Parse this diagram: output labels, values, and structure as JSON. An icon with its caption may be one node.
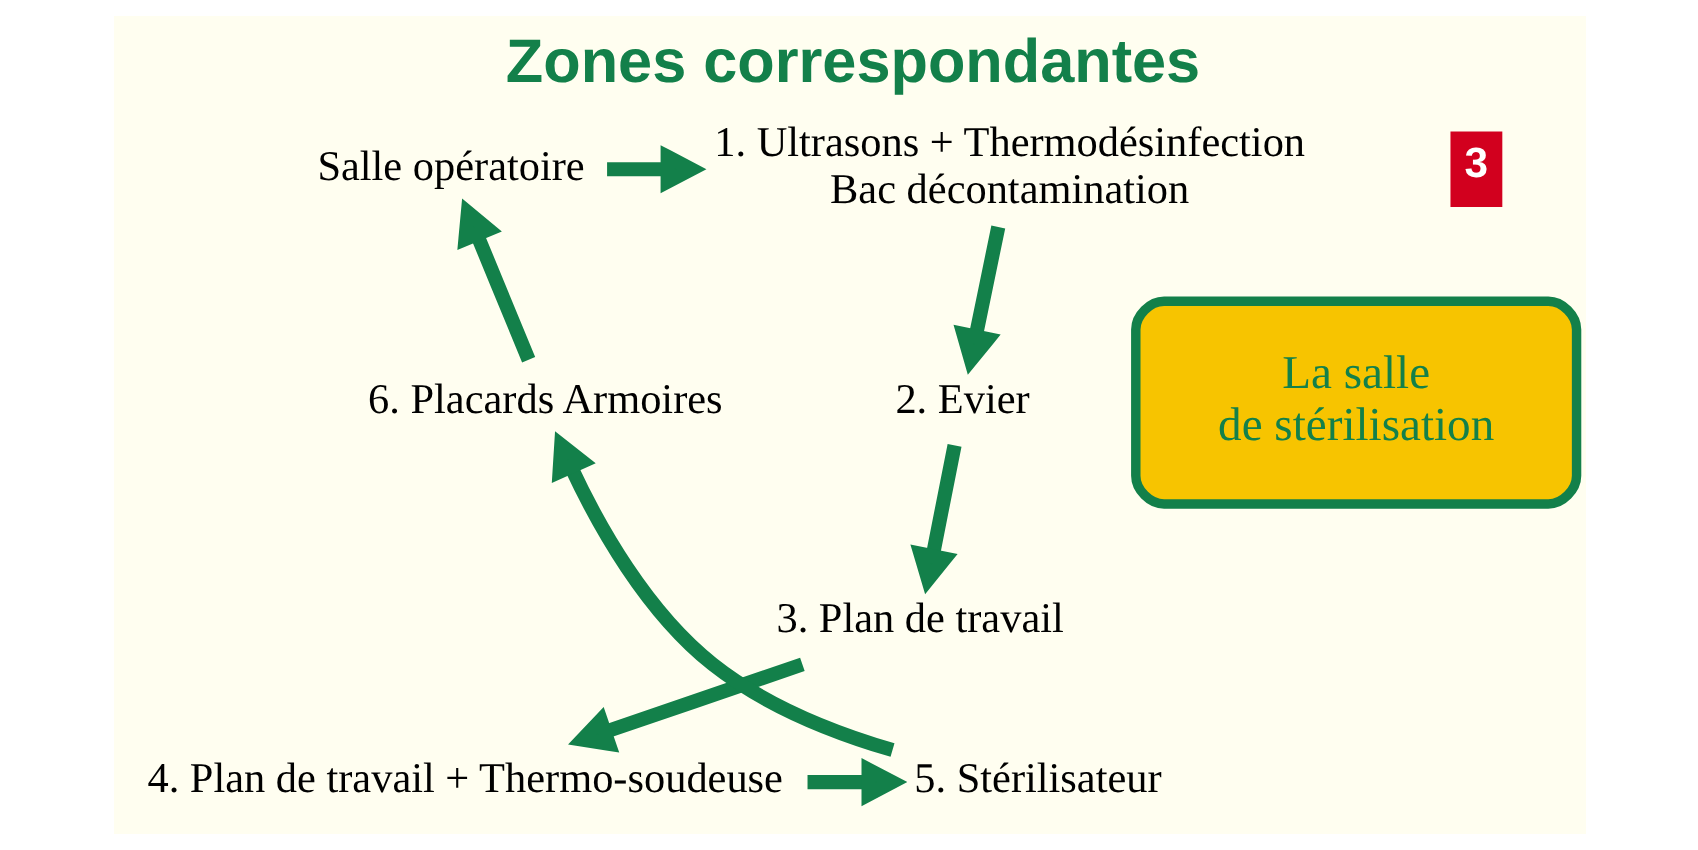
{
  "diagram": {
    "title": "Zones correspondantes",
    "nodes": [
      {
        "text": [
          "Salle opératoire"
        ]
      },
      {
        "text": [
          "1. Ultrasons + Thermodésinfection Bac décontamination"
        ]
      },
      {
        "text": [
          "2. Evier"
        ]
      },
      {
        "text": [
          "3. Plan de travail"
        ]
      },
      {
        "text": [
          "4. Plan de travail + Thermo-soudeuse"
        ]
      },
      {
        "text": [
          "5. Stérilisateur"
        ]
      },
      {
        "text": [
          "6. Placards Armoires"
        ]
      },
      {
        "text": [
          "La salle de stérilisation"
        ]
      }
    ],
    "edges": [
      {
        "from": 0,
        "to": 1,
        "arrow": "to"
      },
      {
        "from": 1,
        "to": 2,
        "arrow": "to"
      },
      {
        "from": 2,
        "to": 3,
        "arrow": "to"
      },
      {
        "from": 3,
        "to": 4,
        "arrow": "to"
      },
      {
        "from": 4,
        "to": 5,
        "arrow": "to"
      },
      {
        "from": 5,
        "to": 6,
        "arrow": "to"
      },
      {
        "from": 6,
        "to": 0,
        "arrow": "to"
      }
    ],
    "labels": [
      "3"
    ]
  }
}
